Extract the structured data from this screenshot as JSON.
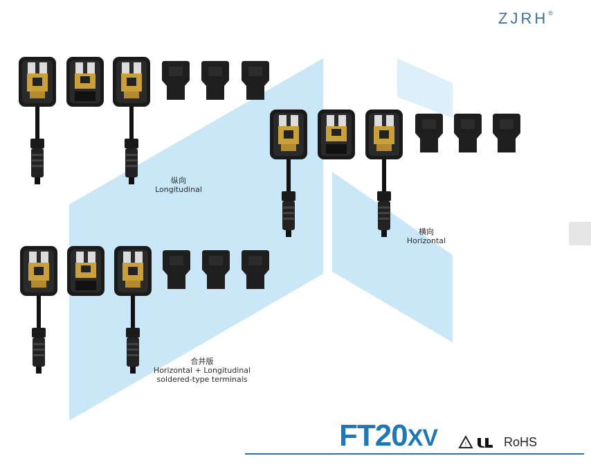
{
  "brand": {
    "name": "ZJRH",
    "mark": "®"
  },
  "labels": {
    "longitudinal_cn": "纵向",
    "longitudinal_en": "Longitudinal",
    "horizontal_cn": "横向",
    "horizontal_en": "Horizontal",
    "combined_cn": "合并版",
    "combined_line1": "Horizontal + Longitudinal",
    "combined_line2": "soldered-type terminals"
  },
  "footer": {
    "model_main": "FT20",
    "model_suffix": "XV",
    "cert_rohs": "RoHS",
    "cert_icons": [
      "warning-triangle-icon",
      "ul-recognized-icon"
    ]
  },
  "colors": {
    "panel": "#bfe3f6",
    "panel_light": "#d9eefa",
    "accent": "#1f78b4",
    "brand": "#3c6e9c"
  }
}
